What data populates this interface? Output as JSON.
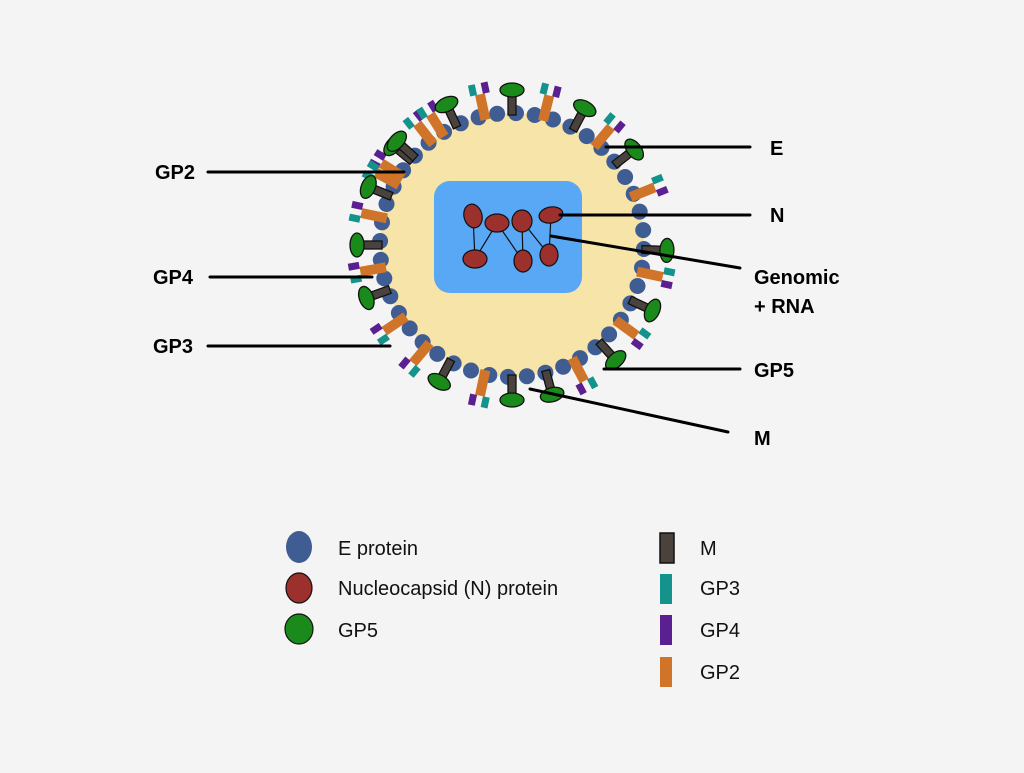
{
  "callouts": {
    "gp2": "GP2",
    "gp4": "GP4",
    "gp3": "GP3",
    "e": "E",
    "n": "N",
    "genomic_line1": "Genomic",
    "genomic_line2": "+ RNA",
    "gp5": "GP5",
    "m": "M"
  },
  "legend": {
    "e_protein": "E protein",
    "n_protein": "Nucleocapsid (N) protein",
    "gp5": "GP5",
    "m": "M",
    "gp3": "GP3",
    "gp4": "GP4",
    "gp2": "GP2"
  },
  "colors": {
    "background": "#f5f4f4",
    "envelope": "#f7e4a8",
    "core": "#58a8f5",
    "e_protein": "#3f5d92",
    "n_protein": "#9b302d",
    "gp5": "#1a8a1a",
    "m": "#4a423c",
    "gp3": "#13938b",
    "gp4": "#5a1f91",
    "gp2": "#cf7428"
  }
}
